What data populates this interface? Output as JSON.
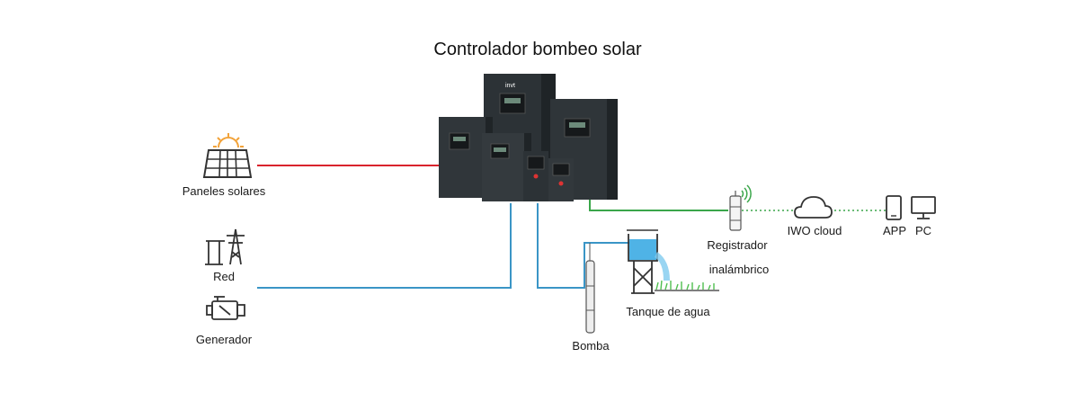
{
  "title": "Controlador bombeo solar",
  "labels": {
    "solar": "Paneles solares",
    "grid": "Red",
    "generator": "Generador",
    "pump": "Bomba",
    "tank": "Tanque de agua",
    "logger_line1": "Registrador",
    "logger_line2": "inalámbrico",
    "cloud": "IWO cloud",
    "app": "APP",
    "pc": "PC",
    "brand": "invt"
  },
  "colors": {
    "solar_line": "#d9232d",
    "grid_line": "#3a95c6",
    "comm_line": "#3aa64a",
    "device_body": "#2c3236",
    "icon_stroke": "#333333",
    "sun": "#f2a33a",
    "water": "#4fb3e6"
  },
  "icons": [
    "solar-panel-icon",
    "power-tower-icon",
    "generator-icon",
    "submersible-pump-icon",
    "water-tower-icon",
    "wireless-logger-icon",
    "cloud-icon",
    "tablet-icon",
    "monitor-icon"
  ]
}
